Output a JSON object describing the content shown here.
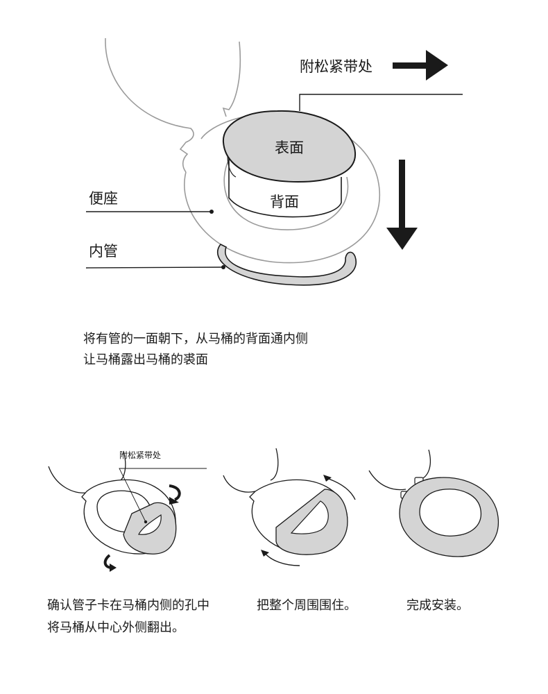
{
  "step1": {
    "strap_label": "附松紧带处",
    "top_label": "表面",
    "back_label": "背面",
    "seat_label": "便座",
    "tube_label": "内管",
    "caption_line1": "将有管的一面朝下，从马桶的背面通内侧",
    "caption_line2": "让马桶露出马桶的裘面"
  },
  "steps": [
    {
      "label": "附松紧带处",
      "caption_line1": "确认管子卡在马桶内侧的孔中",
      "caption_line2": "将马桶从中心外侧翻出。"
    },
    {
      "caption_line1": "把整个周围围住。"
    },
    {
      "caption_line1": "完成安装。"
    }
  ],
  "colors": {
    "line": "#1a1a1a",
    "outline_gray": "#9a9a9a",
    "fill_gray": "#d4d4d4"
  }
}
